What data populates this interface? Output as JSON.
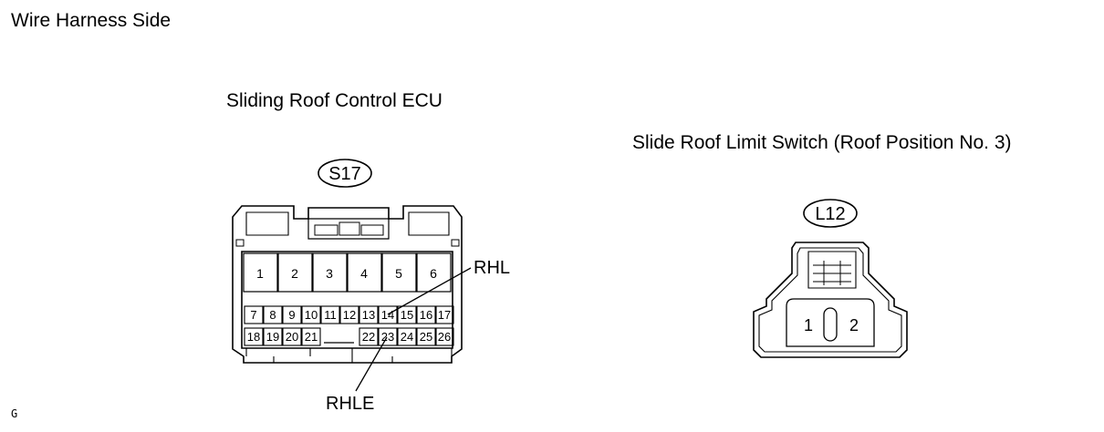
{
  "heading": "Wire Harness Side",
  "footer_code": "G",
  "ecu": {
    "title": "Sliding Roof Control ECU",
    "connector_code": "S17",
    "top_row_pins": [
      "1",
      "2",
      "3",
      "4",
      "5",
      "6"
    ],
    "middle_row_pins": [
      "7",
      "8",
      "9",
      "10",
      "11",
      "12",
      "13",
      "14",
      "15",
      "16",
      "17"
    ],
    "bottom_row_left_pins": [
      "18",
      "19",
      "20",
      "21"
    ],
    "bottom_row_right_pins": [
      "22",
      "23",
      "24",
      "25",
      "26"
    ],
    "callouts": [
      {
        "label": "RHL",
        "pin": "14"
      },
      {
        "label": "RHLE",
        "pin": "23"
      }
    ]
  },
  "limit_switch": {
    "title": "Slide Roof Limit Switch (Roof Position No. 3)",
    "connector_code": "L12",
    "pins": [
      "1",
      "2"
    ]
  }
}
